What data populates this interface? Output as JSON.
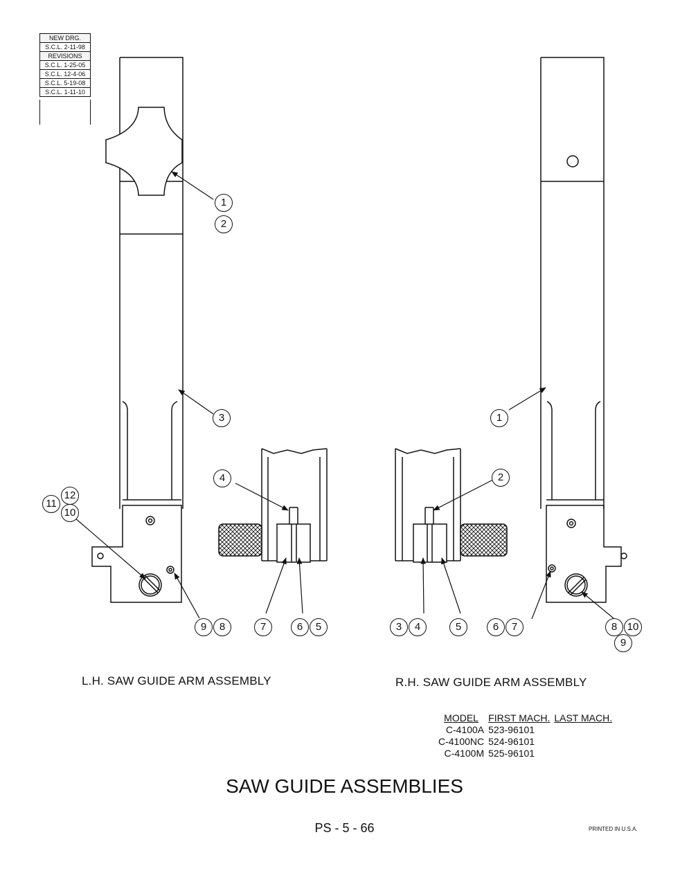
{
  "revisions": {
    "new_drawing": [
      "NEW DRG.",
      "S.C.L. 2-11-98"
    ],
    "header": "REVISIONS",
    "entries": [
      "S.C.L. 1-25-05",
      "S.C.L. 12-4-06",
      "S.C.L. 5-19-08",
      "S.C.L. 1-11-10"
    ]
  },
  "callouts": {
    "lh": [
      "1",
      "2",
      "3",
      "12",
      "11",
      "10",
      "9",
      "8",
      "4",
      "7",
      "6",
      "5"
    ],
    "rh": [
      "1",
      "2",
      "3",
      "4",
      "5",
      "6",
      "7",
      "8",
      "10",
      "9"
    ]
  },
  "captions": {
    "lh": "L.H. SAW GUIDE ARM ASSEMBLY",
    "rh": "R.H. SAW GUIDE ARM ASSEMBLY"
  },
  "model_table": {
    "headers": [
      "MODEL",
      "FIRST MACH.",
      "LAST MACH."
    ],
    "rows": [
      {
        "model": "C-4100A",
        "first": "523-96101",
        "last": ""
      },
      {
        "model": "C-4100NC",
        "first": "524-96101",
        "last": ""
      },
      {
        "model": "C-4100M",
        "first": "525-96101",
        "last": ""
      }
    ]
  },
  "title": "SAW GUIDE ASSEMBLIES",
  "page_number": "PS - 5 - 66",
  "printed": "PRINTED IN U.S.A."
}
